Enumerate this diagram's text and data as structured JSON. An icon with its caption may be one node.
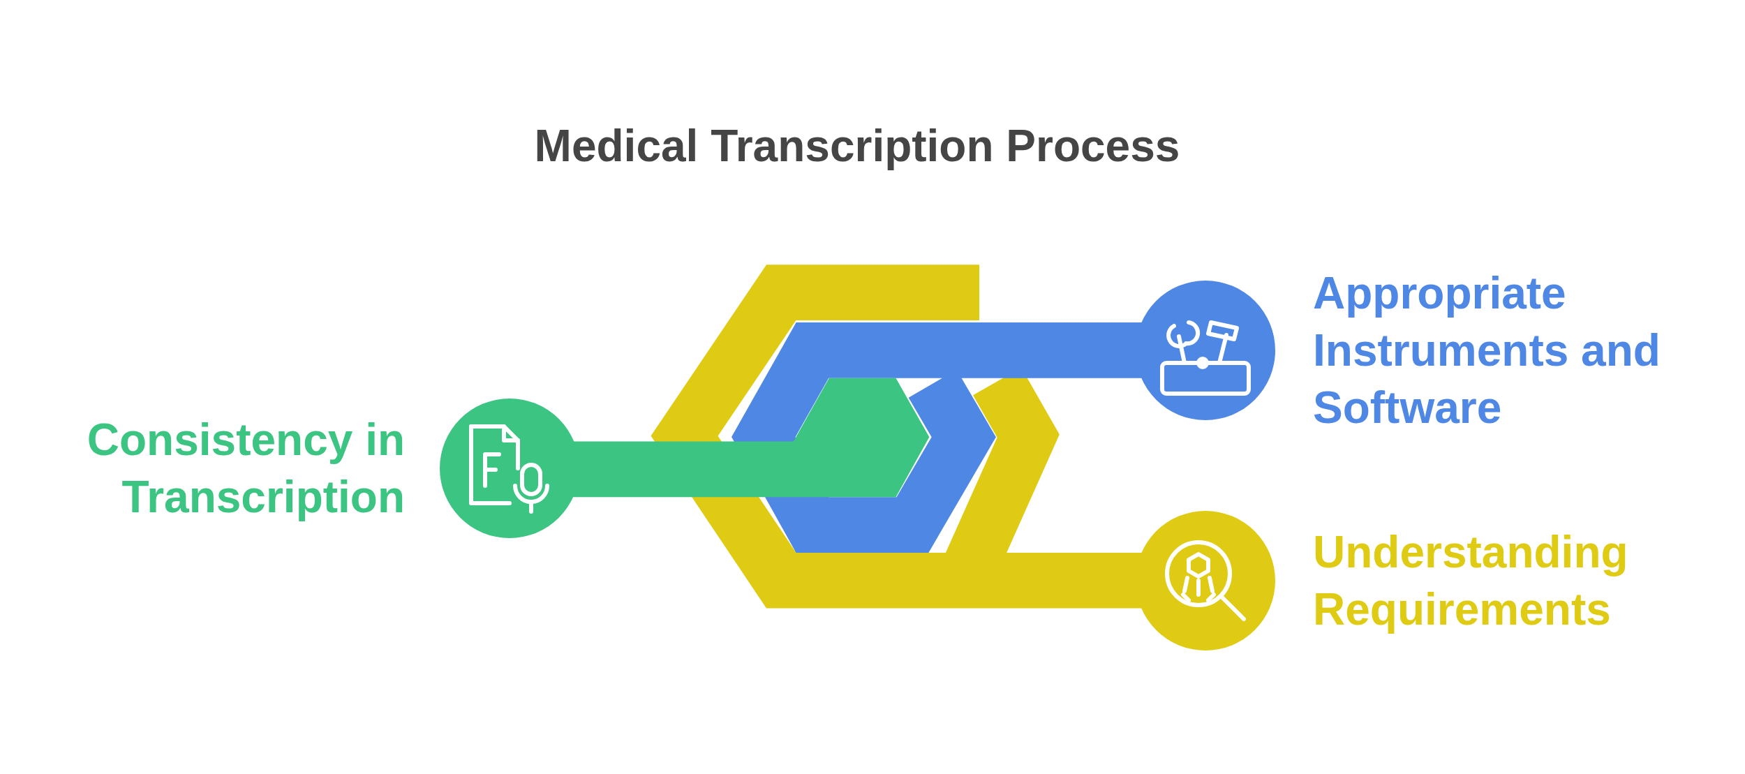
{
  "diagram": {
    "title": "Medical Transcription Process",
    "nodes": [
      {
        "text": [
          "Consistency in Transcription"
        ]
      },
      {
        "text": [
          "Appropriate Instruments and Software"
        ]
      },
      {
        "text": [
          "Understanding Requirements"
        ]
      }
    ]
  }
}
